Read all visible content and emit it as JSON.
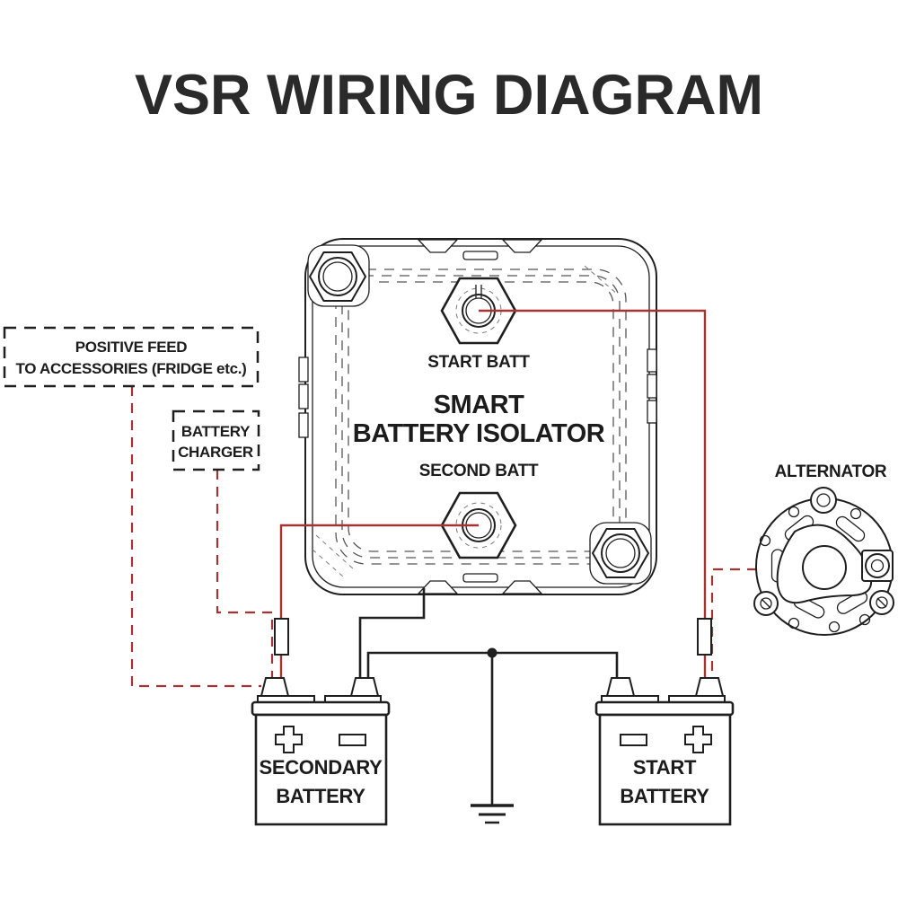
{
  "title": "VSR WIRING DIAGRAM",
  "colors": {
    "wire_red": "#a23434",
    "line": "#1f1f1f"
  },
  "isolator": {
    "name_line1": "SMART",
    "name_line2": "BATTERY ISOLATOR",
    "top_terminal_label": "START BATT",
    "bottom_terminal_label": "SECOND BATT"
  },
  "accessories_box": {
    "line1": "POSITIVE FEED",
    "line2": "TO ACCESSORIES (FRIDGE etc.)"
  },
  "charger_box": {
    "line1": "BATTERY",
    "line2": "CHARGER"
  },
  "alternator": {
    "label": "ALTERNATOR"
  },
  "secondary_battery": {
    "line1": "SECONDARY",
    "line2": "BATTERY"
  },
  "start_battery": {
    "line1": "START",
    "line2": "BATTERY"
  }
}
